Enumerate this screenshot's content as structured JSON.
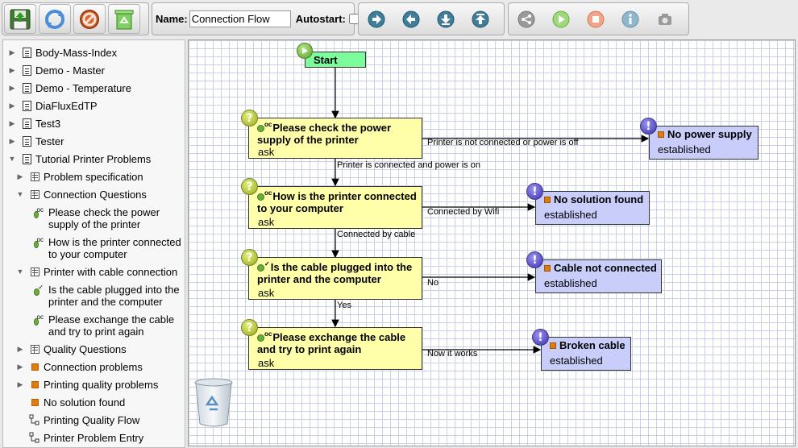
{
  "toolbar": {
    "name_label": "Name:",
    "flow_name": "Connection Flow",
    "autostart_label": "Autostart:",
    "file_buttons": [
      "save-icon",
      "refresh-icon",
      "cancel-icon",
      "recycle-icon"
    ],
    "nav_buttons": [
      "arrow-right-icon",
      "arrow-left-icon",
      "arrow-down-icon",
      "arrow-up-icon"
    ],
    "tool_buttons": [
      "share-icon",
      "play-icon",
      "stop-icon",
      "info-icon",
      "camera-icon"
    ]
  },
  "sidebar": {
    "items": [
      {
        "label": "Body-Mass-Index"
      },
      {
        "label": "Demo - Master"
      },
      {
        "label": "Demo - Temperature"
      },
      {
        "label": "DiaFluxEdTP"
      },
      {
        "label": "Test3"
      },
      {
        "label": "Tester"
      },
      {
        "label": "Tutorial Printer Problems"
      },
      {
        "label": "Problem specification"
      },
      {
        "label": "Connection Questions"
      },
      {
        "label": "Please check the power supply of the printer",
        "sup": "oc"
      },
      {
        "label": "How is the printer connected to your computer",
        "sup": "oc"
      },
      {
        "label": "Printer with cable connection"
      },
      {
        "label": "Is the cable plugged into the printer and the computer",
        "sup": "✓"
      },
      {
        "label": "Please exchange the cable and try to print again",
        "sup": "oc"
      },
      {
        "label": "Quality Questions"
      },
      {
        "label": "Connection problems"
      },
      {
        "label": "Printing quality problems"
      },
      {
        "label": "No solution found"
      },
      {
        "label": "Printing Quality Flow"
      },
      {
        "label": "Printer Problem Entry"
      }
    ]
  },
  "flow": {
    "start": {
      "label": "Start"
    },
    "questions": [
      {
        "text": "Please check the power supply of the printer",
        "sub": "ask",
        "sup": "oc"
      },
      {
        "text": "How is the printer connected to your computer",
        "sub": "ask",
        "sup": "oc"
      },
      {
        "text": "Is the cable plugged into the printer and the computer",
        "sub": "ask",
        "sup": "✓"
      },
      {
        "text": "Please exchange the cable and try to print again",
        "sub": "ask",
        "sup": "oc"
      }
    ],
    "solutions": [
      {
        "text": "No power supply",
        "sub": "established"
      },
      {
        "text": "No solution found",
        "sub": "established"
      },
      {
        "text": "Cable not connected",
        "sub": "established"
      },
      {
        "text": "Broken cable",
        "sub": "established"
      }
    ],
    "edge_labels": [
      "Printer is not connected or power is off",
      "Printer is connected and power is on",
      "Connected by Wifi",
      "Connected by cable",
      "No",
      "Yes",
      "Now it works"
    ],
    "badges": {
      "question": "?",
      "solution": "!"
    }
  }
}
